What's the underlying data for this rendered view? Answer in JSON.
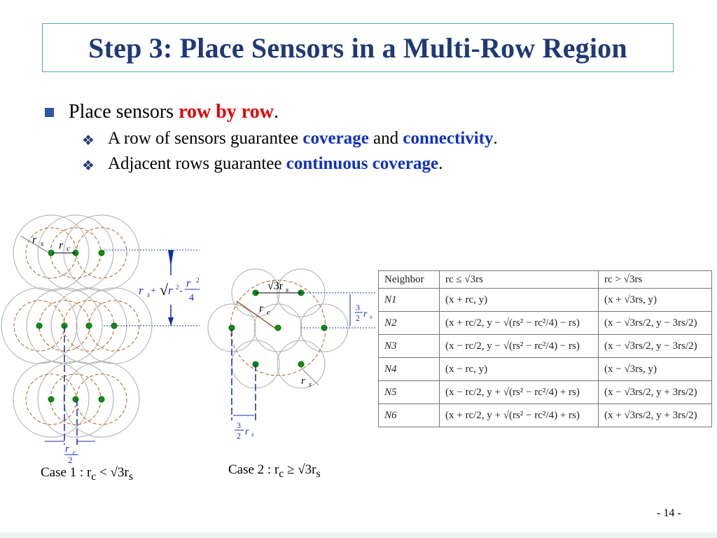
{
  "title": "Step 3: Place Sensors in a Multi-Row Region",
  "bullet1": {
    "pre": "Place sensors ",
    "highlight": "row by row",
    "post": "."
  },
  "bullet2": {
    "pre": "A row of sensors guarantee ",
    "h1": "coverage",
    "mid": " and ",
    "h2": "connectivity",
    "post": "."
  },
  "bullet3": {
    "pre": "Adjacent rows guarantee ",
    "h1": "continuous coverage",
    "post": "."
  },
  "case1": {
    "label": "Case 1 : r",
    "sub": "c",
    "rel": " < √3r",
    "sub2": "s"
  },
  "case2": {
    "label": "Case 2 : r",
    "sub": "c",
    "rel": " ≥ √3r",
    "sub2": "s"
  },
  "labels": {
    "rs": "r",
    "rc": "r",
    "s": "s",
    "c": "c",
    "sqrt3rs": "√3r",
    "frac_num": "3",
    "frac_den": "2",
    "two": "2",
    "four": "4",
    "plus": "+",
    "minus": "-",
    "sqrt": "√"
  },
  "table": {
    "header": [
      "Neighbor",
      "rc ≤ √3rs",
      "rc > √3rs"
    ],
    "rows": [
      [
        "N1",
        "(x + rc, y)",
        "(x + √3rs, y)"
      ],
      [
        "N2",
        "(x + rc/2, y − √(rs² − rc²/4) − rs)",
        "(x − √3rs/2, y − 3rs/2)"
      ],
      [
        "N3",
        "(x − rc/2, y − √(rs² − rc²/4) − rs)",
        "(x − √3rs/2, y − 3rs/2)"
      ],
      [
        "N4",
        "(x − rc, y)",
        "(x − √3rs, y)"
      ],
      [
        "N5",
        "(x − rc/2, y + √(rs² − rc²/4) + rs)",
        "(x − √3rs/2, y + 3rs/2)"
      ],
      [
        "N6",
        "(x + rc/2, y + √(rs² − rc²/4) + rs)",
        "(x + √3rs/2, y + 3rs/2)"
      ]
    ]
  },
  "page_number": "- 14 -",
  "colors": {
    "title": "#1f3a75",
    "red": "#e00000",
    "blue": "#1030c0",
    "sensor": "#109010",
    "dashed": "#b06020"
  }
}
